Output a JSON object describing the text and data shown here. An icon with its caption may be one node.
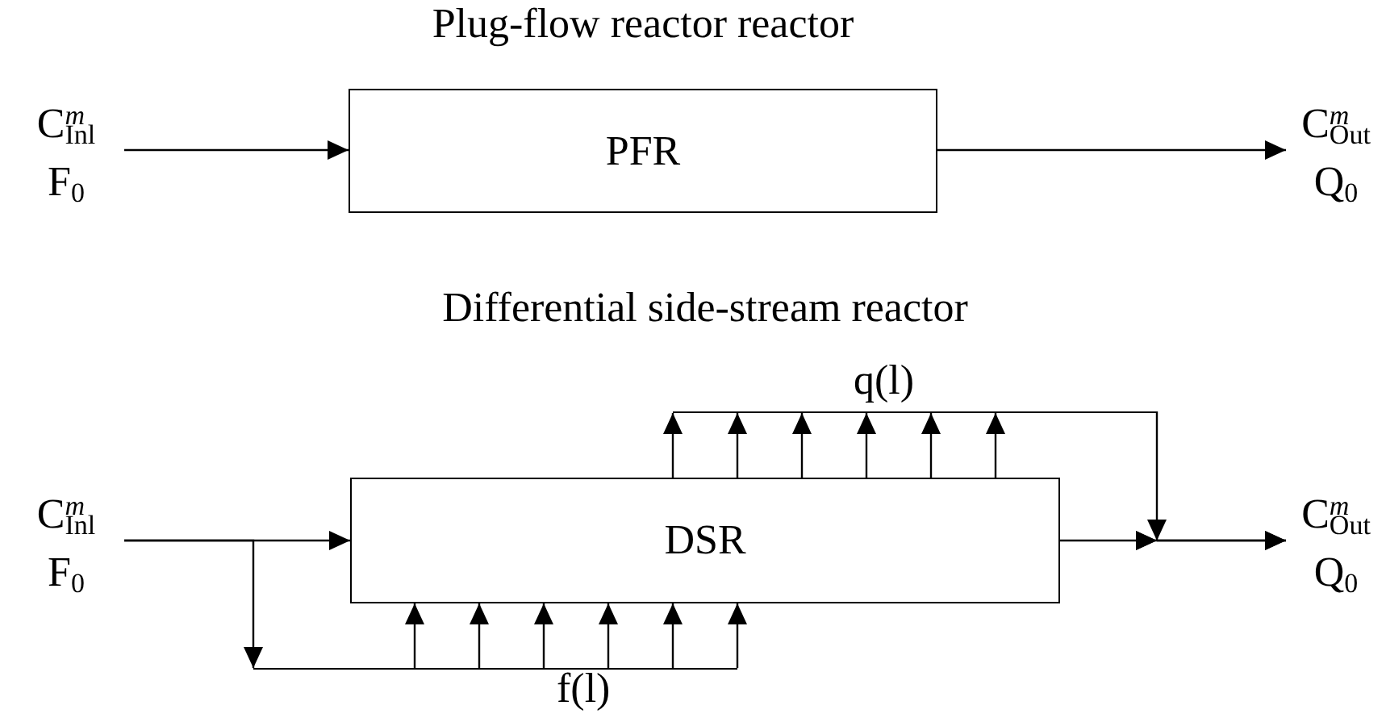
{
  "diagram": {
    "nodes": [
      {
        "text": [
          "C$^{m}$$_{Inl}$",
          "F$_{0}$"
        ]
      },
      {
        "text": [
          "PFR"
        ]
      },
      {
        "text": [
          "C$^{m}$$_{Out}$",
          "Q$_{0}$"
        ]
      },
      {
        "text": [
          "C$^{m}$$_{Inl}$",
          "F$_{0}$"
        ]
      },
      {
        "text": [
          "DSR"
        ]
      },
      {
        "text": [
          "C$^{m}$$_{Out}$",
          "Q$_{0}$"
        ]
      },
      {
        "text": [],
        "shape": "bar",
        "beside": [
          "f(l)"
        ]
      },
      {
        "text": [],
        "shape": "bar",
        "beside": [
          "q(l)"
        ]
      }
    ],
    "edges": [
      {
        "from": 0,
        "to": 1,
        "arrow": "to"
      },
      {
        "from": 1,
        "to": 2,
        "arrow": "to"
      },
      {
        "from": 3,
        "to": 4,
        "arrow": "to"
      },
      {
        "from": 3,
        "to": 6,
        "arrow": "to"
      },
      {
        "from": 6,
        "to": 4,
        "arrow": "to"
      },
      {
        "from": 6,
        "to": 4,
        "arrow": "to"
      },
      {
        "from": 6,
        "to": 4,
        "arrow": "to"
      },
      {
        "from": 6,
        "to": 4,
        "arrow": "to"
      },
      {
        "from": 6,
        "to": 4,
        "arrow": "to"
      },
      {
        "from": 6,
        "to": 4,
        "arrow": "to"
      },
      {
        "from": 4,
        "to": 7,
        "arrow": "to"
      },
      {
        "from": 4,
        "to": 7,
        "arrow": "to"
      },
      {
        "from": 4,
        "to": 7,
        "arrow": "to"
      },
      {
        "from": 4,
        "to": 7,
        "arrow": "to"
      },
      {
        "from": 4,
        "to": 7,
        "arrow": "to"
      },
      {
        "from": 4,
        "to": 7,
        "arrow": "to"
      },
      {
        "from": 7,
        "to": 5,
        "arrow": "to"
      },
      {
        "from": 4,
        "to": 5,
        "arrow": "to"
      }
    ],
    "labels": [
      "Plug-flow reactor reactor",
      "Differential side-stream reactor"
    ]
  }
}
